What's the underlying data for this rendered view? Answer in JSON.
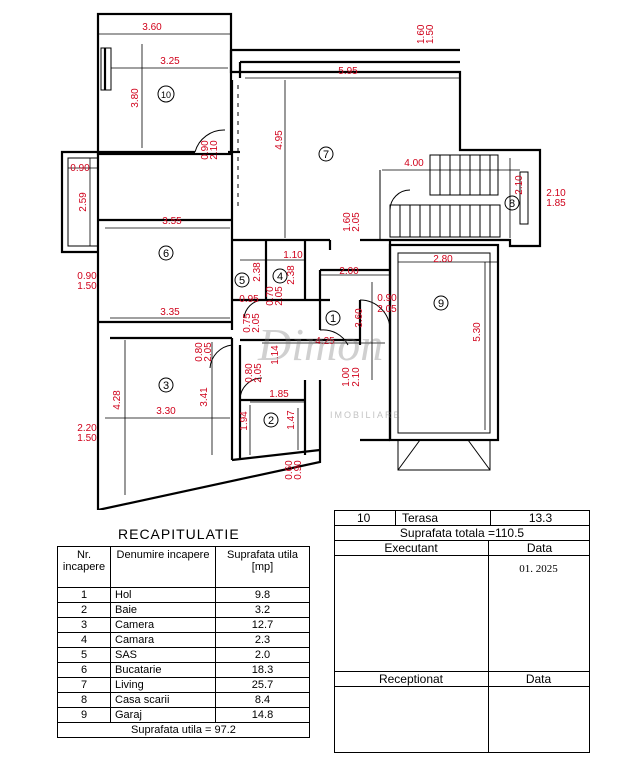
{
  "plan": {
    "dims": [
      {
        "id": "d1",
        "text": "3.60"
      },
      {
        "id": "d2",
        "text": "3.25"
      },
      {
        "id": "d3",
        "text": "5.95"
      },
      {
        "id": "d4",
        "text": "1.60"
      },
      {
        "id": "d5",
        "text": "1.50"
      },
      {
        "id": "d6",
        "text": "3.80"
      },
      {
        "id": "d7",
        "text": "4.95"
      },
      {
        "id": "d8",
        "text": "0.90"
      },
      {
        "id": "d9",
        "text": "2.10"
      },
      {
        "id": "d10",
        "text": "0.90"
      },
      {
        "id": "d11",
        "text": "4.00"
      },
      {
        "id": "d12",
        "text": "2.10"
      },
      {
        "id": "d13",
        "text": "2.10"
      },
      {
        "id": "d14",
        "text": "1.85"
      },
      {
        "id": "d15",
        "text": "2.59"
      },
      {
        "id": "d16",
        "text": "3.55"
      },
      {
        "id": "d17",
        "text": "1.60"
      },
      {
        "id": "d18",
        "text": "2.05"
      },
      {
        "id": "d19",
        "text": "1.10"
      },
      {
        "id": "d20",
        "text": "2.38"
      },
      {
        "id": "d21",
        "text": "2.38"
      },
      {
        "id": "d22",
        "text": "2.00"
      },
      {
        "id": "d23",
        "text": "2.80"
      },
      {
        "id": "d24",
        "text": "0.90"
      },
      {
        "id": "d25",
        "text": "1.50"
      },
      {
        "id": "d26",
        "text": "0.95"
      },
      {
        "id": "d27",
        "text": "0.70"
      },
      {
        "id": "d28",
        "text": "2.05"
      },
      {
        "id": "d29",
        "text": "0.90"
      },
      {
        "id": "d30",
        "text": "2.05"
      },
      {
        "id": "d31",
        "text": "3.35"
      },
      {
        "id": "d32",
        "text": "0.75"
      },
      {
        "id": "d33",
        "text": "2.05"
      },
      {
        "id": "d34",
        "text": "3.60"
      },
      {
        "id": "d35",
        "text": "5.30"
      },
      {
        "id": "d36",
        "text": "4.25"
      },
      {
        "id": "d37",
        "text": "0.80"
      },
      {
        "id": "d38",
        "text": "2.05"
      },
      {
        "id": "d39",
        "text": "1.14"
      },
      {
        "id": "d40",
        "text": "0.80"
      },
      {
        "id": "d41",
        "text": "2.05"
      },
      {
        "id": "d42",
        "text": "1.00"
      },
      {
        "id": "d43",
        "text": "2.10"
      },
      {
        "id": "d44",
        "text": "4.28"
      },
      {
        "id": "d45",
        "text": "3.41"
      },
      {
        "id": "d46",
        "text": "3.30"
      },
      {
        "id": "d47",
        "text": "1.85"
      },
      {
        "id": "d48",
        "text": "1.94"
      },
      {
        "id": "d49",
        "text": "1.47"
      },
      {
        "id": "d50",
        "text": "2.20"
      },
      {
        "id": "d51",
        "text": "1.50"
      },
      {
        "id": "d52",
        "text": "0.60"
      },
      {
        "id": "d53",
        "text": "0.90"
      }
    ],
    "rooms": [
      {
        "id": "r1",
        "text": "1"
      },
      {
        "id": "r2",
        "text": "2"
      },
      {
        "id": "r3",
        "text": "3"
      },
      {
        "id": "r4",
        "text": "4"
      },
      {
        "id": "r5",
        "text": "5"
      },
      {
        "id": "r6",
        "text": "6"
      },
      {
        "id": "r7",
        "text": "7"
      },
      {
        "id": "r8",
        "text": "8"
      },
      {
        "id": "r9",
        "text": "9"
      },
      {
        "id": "r10",
        "text": "10"
      }
    ]
  },
  "watermark": {
    "text": "Dimon",
    "sub": "IMOBILIARE"
  },
  "recap": {
    "title": "RECAPITULATIE",
    "headers": [
      "Nr. incapere",
      "Denumire incapere",
      "Suprafata utila [mp]"
    ],
    "rows": [
      {
        "nr": "1",
        "name": "Hol",
        "area": "9.8"
      },
      {
        "nr": "2",
        "name": "Baie",
        "area": "3.2"
      },
      {
        "nr": "3",
        "name": "Camera",
        "area": "12.7"
      },
      {
        "nr": "4",
        "name": "Camara",
        "area": "2.3"
      },
      {
        "nr": "5",
        "name": "SAS",
        "area": "2.0"
      },
      {
        "nr": "6",
        "name": "Bucatarie",
        "area": "18.3"
      },
      {
        "nr": "7",
        "name": "Living",
        "area": "25.7"
      },
      {
        "nr": "8",
        "name": "Casa scarii",
        "area": "8.4"
      },
      {
        "nr": "9",
        "name": "Garaj",
        "area": "14.8"
      }
    ],
    "total": "Suprafata utila = 97.2"
  },
  "right_table": {
    "terasa_nr": "10",
    "terasa_name": "Terasa",
    "terasa_area": "13.3",
    "total": "Suprafata totala =110.5",
    "executant": "Executant",
    "data1": "Data",
    "data1_value": "01. 2025",
    "receptionat": "Receptionat",
    "data2": "Data"
  }
}
